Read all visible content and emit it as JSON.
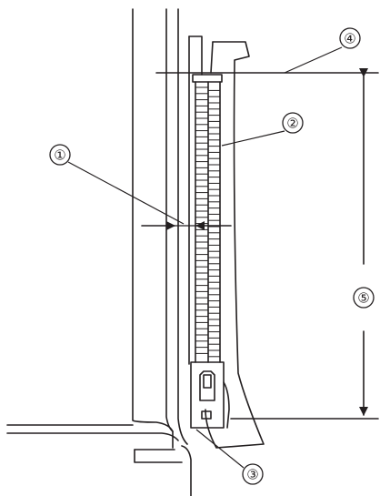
{
  "callouts": [
    {
      "id": "c1",
      "label": "①"
    },
    {
      "id": "c2",
      "label": "②"
    },
    {
      "id": "c3",
      "label": "③"
    },
    {
      "id": "c4",
      "label": "④"
    },
    {
      "id": "c5",
      "label": "⑤"
    }
  ],
  "colors": {
    "stroke": "#231f20",
    "background": "#ffffff"
  }
}
